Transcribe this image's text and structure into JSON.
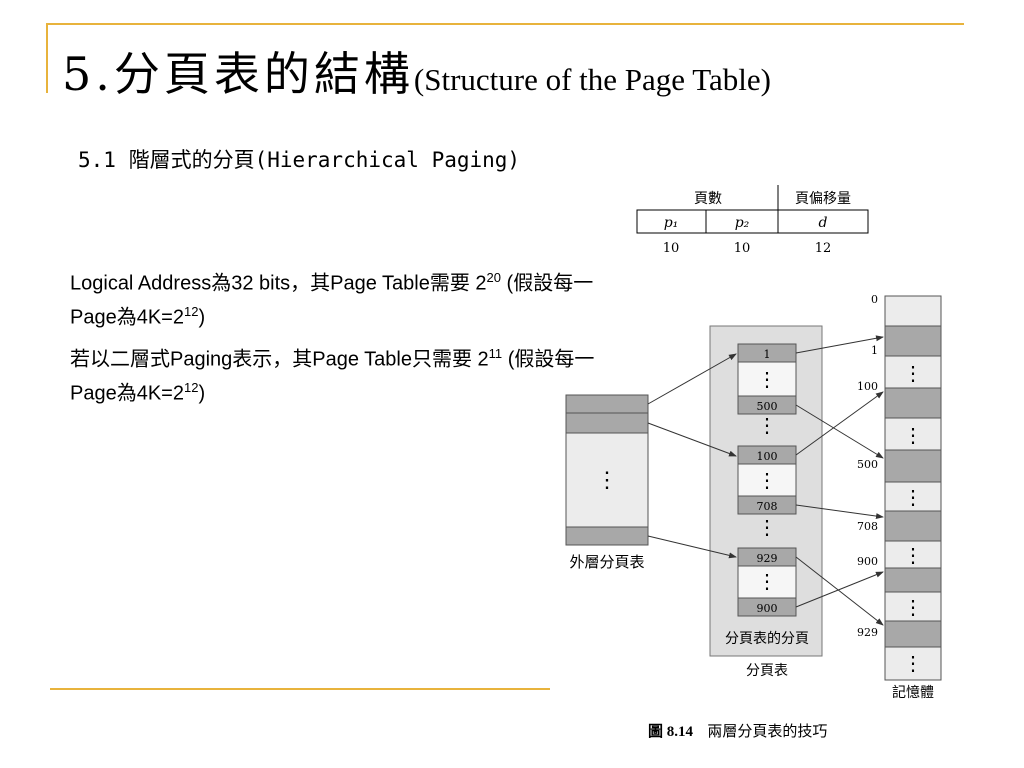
{
  "title": {
    "main": "5.分頁表的結構",
    "sub": "(Structure of the Page Table)"
  },
  "subtitle": "5.1 階層式的分頁(Hierarchical Paging)",
  "paragraph1": {
    "text_a": "Logical Address為32 bits，其Page Table需要 2",
    "exp_a": "20",
    "text_b": " (假設每一Page為4K=2",
    "exp_b": "12",
    "text_c": ")"
  },
  "paragraph2": {
    "text_a": "若以二層式Paging表示，其Page Table只需要 2",
    "exp_a": "11",
    "text_b": " (假設每一Page為4K=2",
    "exp_b": "12",
    "text_c": ")"
  },
  "address_format": {
    "header_page_number": "頁數",
    "header_offset": "頁偏移量",
    "fields": [
      "p₁",
      "p₂",
      "d"
    ],
    "bits": [
      "10",
      "10",
      "12"
    ]
  },
  "diagram": {
    "outer_table_label": "外層分頁表",
    "inner_group_label": "分頁表的分頁",
    "page_table_label": "分頁表",
    "memory_label": "記憶體",
    "inner_entries": [
      "1",
      "500",
      "100",
      "708",
      "929",
      "900"
    ],
    "memory_addresses": [
      "0",
      "1",
      "100",
      "500",
      "708",
      "900",
      "929"
    ],
    "ellipsis": "⋮"
  },
  "caption": {
    "figure": "圖 8.14",
    "text": "兩層分頁表的技巧"
  },
  "colors": {
    "accent_line": "#e8b33c",
    "cell_gray": "#a8a8a8",
    "box_light": "#ececec",
    "panel_bg": "#dedede"
  }
}
